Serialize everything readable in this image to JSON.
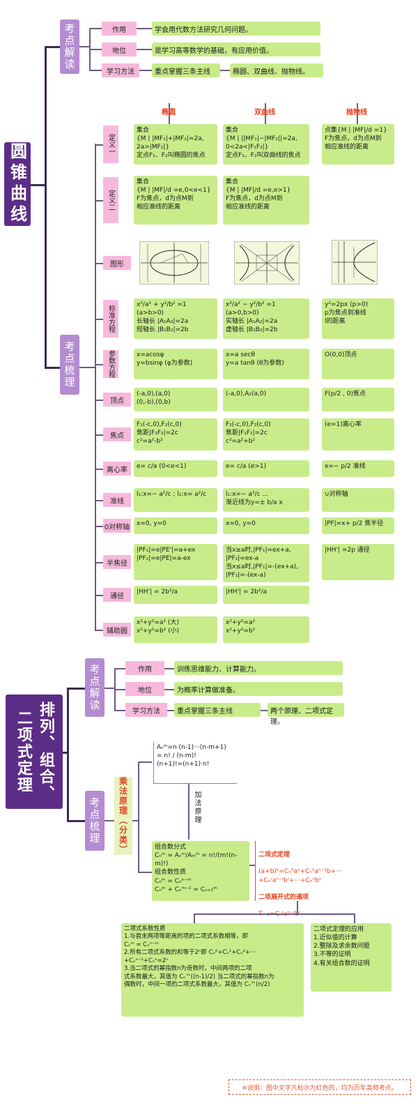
{
  "sec1": {
    "title": "圆锥曲线",
    "interp_label": "考点解读",
    "sort_label": "考点梳理",
    "interp": [
      {
        "key": "作用",
        "value": "学会用代数方法研究几何问题。"
      },
      {
        "key": "地位",
        "value": "是学习高等数学的基础，有应用价值。"
      },
      {
        "key": "学习方法",
        "value": "重点掌握三条主线",
        "tail": "椭圆、双曲线、抛物线。"
      }
    ],
    "columns": [
      "椭圆",
      "双曲线",
      "抛物线"
    ],
    "rows": [
      {
        "label": "定义一",
        "cells": [
          "集合\n{M | |MF₁|+|MF₂|=2a,\n2a>|MF₂|}\n定点F₁、F₂叫椭圆的焦点",
          "集合\n{M | ||MF₁|−|MF₂||=2a,\n0<2a<|F₁F₂|}\n定点F₁、F₂叫双曲线的焦点",
          "点集{M | |MF|/d =1}\nF为焦点，d为点M到\n相应准线的距离"
        ]
      },
      {
        "label": "定义二",
        "cells": [
          "集合\n{M | |MF|/d =e,0<e<1}\nF为焦点，d为点M到\n相应准线的距离",
          "集合\n{M | |MF|/d =e,e>1}\nF为焦点，d为点M到\n相应准线的距离",
          ""
        ]
      },
      {
        "label": "图形",
        "cells": [
          "",
          "",
          ""
        ]
      },
      {
        "label": "标准方程",
        "cells": [
          "x²/a² + y²/b² =1  (a>b>0)\n长轴长 |A₁A₂|=2a\n短轴长 |B₁B₂|=2b",
          "x²/a² − y²/b² =1  (a>0,b>0)\n实轴长 |A₁A₂|=2a\n虚轴长 |B₁B₂|=2b",
          "y²=2px    (p>0)\np为焦点到准线\nl的距离"
        ]
      },
      {
        "label": "参数方程",
        "cells": [
          "x=acosφ\ny=bsinφ    (φ为参数)",
          "x=a secθ\ny=a tanθ  (θ为参数)",
          "O(0,0)顶点"
        ]
      },
      {
        "label": "顶点",
        "cells": [
          "(-a,0),(a,0)\n(0,-b),(0,b)",
          "(-a,0),A₂(a,0)",
          "F(p/2 , 0)焦点"
        ]
      },
      {
        "label": "焦点",
        "cells": [
          "F₁(-c,0),F₂(c,0)\n焦距|F₁F₂|=2c\nc²=a²-b²",
          "F₂(-c,0),F₂(c,0)\n焦距|F₁F₂|=2c\nc²=a²+b²",
          "(e=1)离心率"
        ]
      },
      {
        "label": "离心率",
        "cells": [
          "e= c/a   (0<e<1)",
          "e= c/a   (e>1)",
          "x=− p/2 准线"
        ]
      },
      {
        "label": "准线",
        "cells": [
          "l₁:x=− a²/c ;  l₂:x= a²/c",
          "l₁:x=− a²/c ...\n渐近线为y=± b/a x",
          "∪对称轴"
        ]
      },
      {
        "label": "0对称轴",
        "cells": [
          "x=0,  y=0",
          "x=0,  y=0",
          "|PF|=x+ p/2 焦半径"
        ]
      },
      {
        "label": "半焦径",
        "cells": [
          "|PF₁|=e|PE'|=a+ex\n|PF₂|=e|PE|=a-ex",
          "当x≥a时,|PF₁|=ex+a,\n        |PF₂|=ex-a\n当x≤a时,|PF₁|=-(ex+a),\n        |PF₂|=-(ex-a)",
          "|HH'| =2p 通径"
        ]
      },
      {
        "label": "通径",
        "cells": [
          "|HH'| = 2b²/a",
          "|HH'| = 2b²/a",
          ""
        ]
      },
      {
        "label": "辅助圆",
        "cells": [
          "x²+y²=a²  (大)\nx²+y²=b²  (小)",
          "x²+y²=a²\nx²+y²=b²",
          ""
        ]
      }
    ]
  },
  "sec2": {
    "title": "排列、组合、二项式定理",
    "interp_label": "考点解读",
    "sort_label": "考点梳理",
    "interp": [
      {
        "key": "作用",
        "value": "训练思维能力、计算能力。"
      },
      {
        "key": "地位",
        "value": "为概率计算做准备。"
      },
      {
        "key": "学习方法",
        "value": "重点掌握三条主线",
        "tail": "两个原理、二项式定理。"
      }
    ],
    "principle": "乘法原理（分类）",
    "addition": "加法原理",
    "perm_formula": "Aₙᵐ=n·(n-1)···(n-m+1)\n      = n! / (n-m)!\n(n+1)!=(n+1)·n!",
    "comb_box": "组合数分式\nCₙᵐ = Aₙᵐ/Aₘᵐ = n!/(m!(n-m)!)\n组合数性质\nCₙᵐ = Cₙⁿ⁻ᵐ\nCₙᵐ + Cₙᵐ⁻¹ = Cₙ₊₁ᵐ",
    "binomial_title": "二项式定理",
    "binomial_formula": "(a+b)ⁿ=Cₙ⁰aⁿ+Cₙ¹aⁿ⁻¹b+···\n+Cₙʳaⁿ⁻ʳbʳ+···+Cₙⁿbⁿ",
    "general_term_title": "二项展开式的通项",
    "general_term": "Tᵣ₊₁=Cₙʳaⁿ⁻ʳbʳ",
    "coef_props": "二项式系数性质\n1.与首末两项等距离的项的二项式系数相等，即\n   Cₙᵐ = Cₙⁿ⁻ᵐ\n2.所有二项式系数的和等于2ⁿ即 Cₙ⁰+Cₙ¹+Cₙ²+···\n   +Cₙⁿ⁻¹+Cₙⁿ=2ⁿ\n3.当二项式的幂指数n为奇数时，中间两项的二项\n   式系数最大，其值为 Cₙ^((n-1)/2) 当二项式的幂指数n为\n   偶数时，中间一项的二项式系数最大，其值为 Cₙ^(n/2)",
    "applications": "二项式定理的应用\n1.近似值的计算\n2.整除及求余数问题\n3.不等的证明\n4.有关组合数的证明"
  },
  "note": "※说明：图中文字凡标示为红色的，均为历年高频考点。"
}
